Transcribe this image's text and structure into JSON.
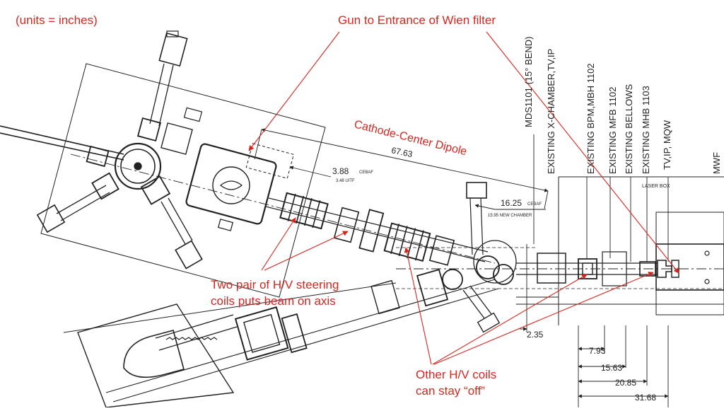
{
  "annotations": {
    "units": "(units = inches)",
    "gun_to_wien": "Gun to Entrance of Wien filter",
    "cathode_dipole": "Cathode-Center Dipole",
    "steering_line1": "Two pair of H/V steering",
    "steering_line2": "coils puts beam on axis",
    "other_line1": "Other H/V coils",
    "other_line2": "can stay “off”"
  },
  "dimensions": {
    "d_67_63": "67.63",
    "d_3_88": "3.88",
    "d_3_88_tag": "CEBAF",
    "d_3_48": "3.48 UITF",
    "d_16_25": "16.25",
    "d_16_25_tag": "CEBAF",
    "d_15_95": "15.95 NEW CHAMBER",
    "d_2_35": "2.35",
    "d_7_93": "7.93",
    "d_15_63": "15.63",
    "d_20_85": "20.85",
    "d_31_68": "31.68"
  },
  "vertical_labels": {
    "v1": "MDS1101 (15° BEND)",
    "v2": "EXISTING X-CHAMBER,TV,IP",
    "v3": "EXISTING BPM,MBH 1102",
    "v4": "EXISTING MFB 1102",
    "v5": "EXISTING BELLOWS",
    "v6": "EXISTING MHB 1103",
    "v7": "TV,IP, MQW",
    "v8": "MWF"
  },
  "laser_box": "LASER BOX"
}
